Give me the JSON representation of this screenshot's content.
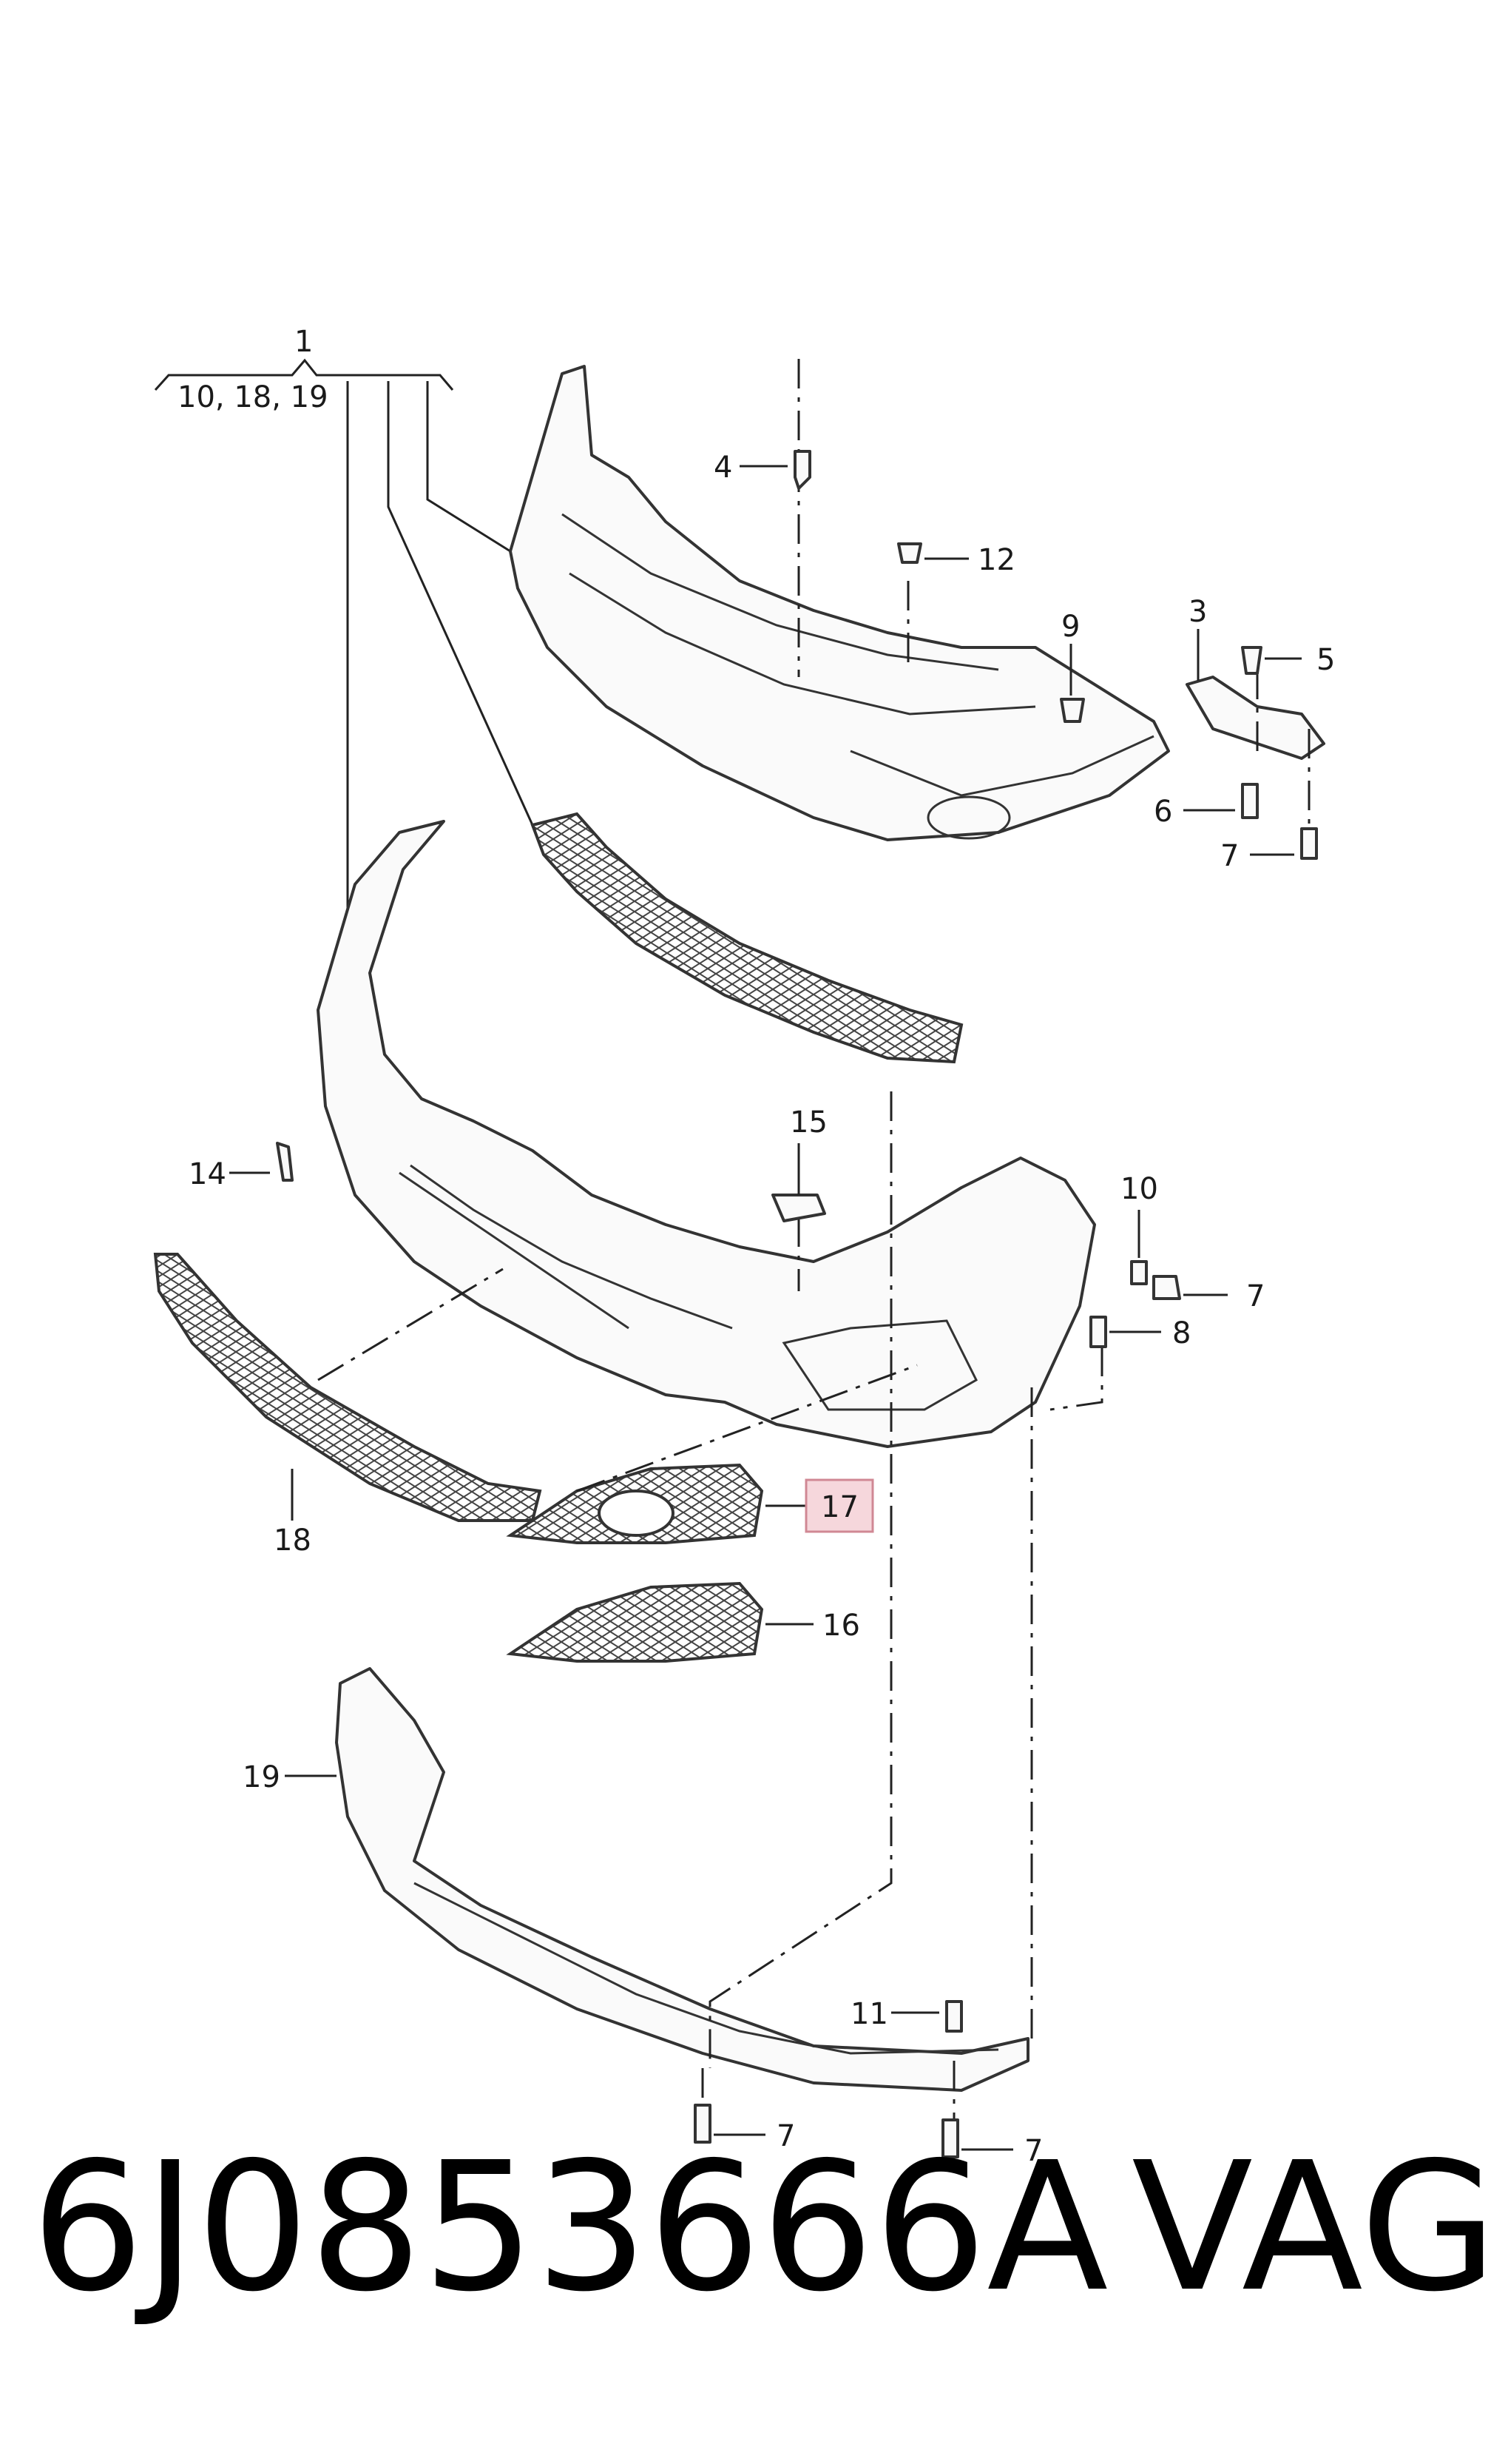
{
  "callouts": {
    "c1": "1",
    "c1_sub": "10, 18, 19",
    "c3": "3",
    "c4": "4",
    "c5": "5",
    "c6": "6",
    "c7a": "7",
    "c7b": "7",
    "c7c": "7",
    "c7d": "7",
    "c8": "8",
    "c9": "9",
    "c10": "10",
    "c11": "11",
    "c12": "12",
    "c14": "14",
    "c15": "15",
    "c16": "16",
    "c17": "17",
    "c18": "18",
    "c19": "19"
  },
  "highlighted_part": "17",
  "footer": {
    "part_number": "6J0853666A",
    "brand": "VAG"
  },
  "colors": {
    "highlight_fill": "#f6d7dc",
    "highlight_stroke": "#d08894",
    "line": "#333333"
  }
}
